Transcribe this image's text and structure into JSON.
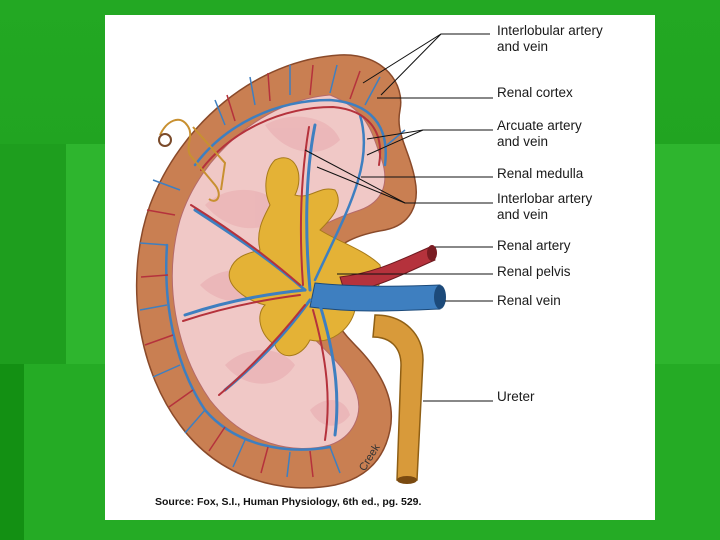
{
  "labels": {
    "interlobular": [
      "Interlobular artery",
      "and vein"
    ],
    "cortex": [
      "Renal cortex"
    ],
    "arcuate": [
      "Arcuate artery",
      "and vein"
    ],
    "medulla": [
      "Renal medulla"
    ],
    "interlobar": [
      "Interlobar artery",
      "and vein"
    ],
    "artery": [
      "Renal artery"
    ],
    "pelvis": [
      "Renal pelvis"
    ],
    "vein": [
      "Renal vein"
    ],
    "ureter": [
      "Ureter"
    ]
  },
  "source": "Source: Fox, S.I., Human Physiology, 6th ed., pg. 529.",
  "signature": "Creek",
  "colors": {
    "cortex": "#c97f52",
    "medulla": "#f0c8c6",
    "artery": "#b5323c",
    "vein": "#3e7fc0",
    "pelvis": "#e4b236",
    "ureter": "#d89a3a"
  }
}
